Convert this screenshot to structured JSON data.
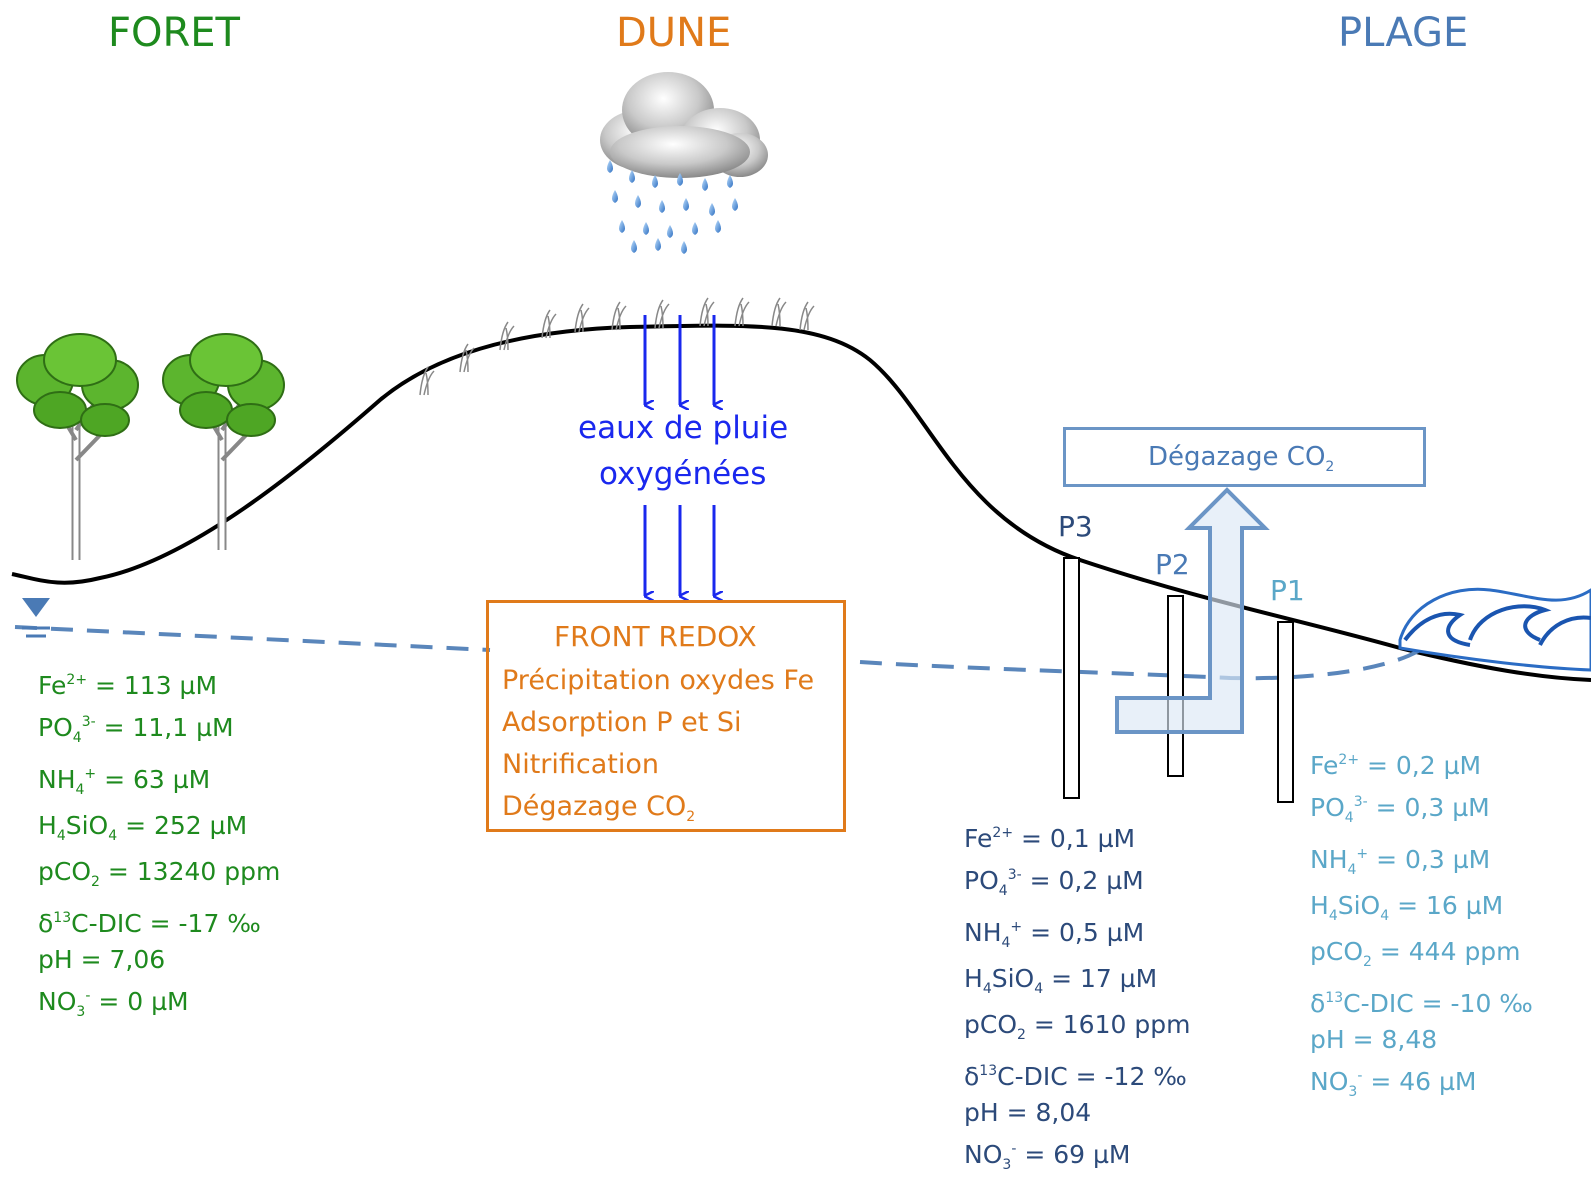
{
  "colors": {
    "foret": "#1e8a1e",
    "dune": "#e07a1a",
    "plage": "#4a7ab5",
    "water_table": "#5a86bb",
    "rain_arrows": "#1a28ee",
    "p_dark": "#2c4a7a",
    "p_light": "#5aa7c8"
  },
  "titles": {
    "foret": "FORET",
    "dune": "DUNE",
    "plage": "PLAGE"
  },
  "rain": {
    "line1": "eaux de pluie",
    "line2": "oxygénées"
  },
  "redox_box": {
    "title": "FRONT REDOX",
    "items": [
      "Précipitation oxydes Fe",
      "Adsorption P et Si",
      "Nitrification"
    ],
    "degas_prefix": "Dégazage CO",
    "degas_sub": "2"
  },
  "degas_box": {
    "prefix": "Dégazage CO",
    "sub": "2"
  },
  "piezometers": {
    "p1": "P1",
    "p2": "P2",
    "p3": "P3"
  },
  "labels": {
    "fe_prefix": "Fe",
    "fe_sup": "2+",
    "po4_prefix": "PO",
    "po4_sub": "4",
    "po4_sup": "3-",
    "nh4_prefix": "NH",
    "nh4_sub": "4",
    "nh4_sup": "+",
    "h4_prefix": "H",
    "h4_sub": "4",
    "h4_mid": "SiO",
    "h4_sub2": "4",
    "pco2_prefix": "pCO",
    "pco2_sub": "2",
    "d13_prefix": "δ",
    "d13_sup": "13",
    "d13_mid": "C-DIC",
    "ph": "pH",
    "no3_prefix": "NO",
    "no3_sub": "3",
    "no3_sup": "-"
  },
  "foret_values": {
    "fe": " = 113 µM",
    "po4": " = 11,1 µM",
    "nh4": " = 63 µM",
    "h4sio4": " = 252 µM",
    "pco2": " = 13240 ppm",
    "d13c": " = -17 ‰",
    "ph": " = 7,06",
    "no3": " = 0 µM"
  },
  "p3_values": {
    "fe": " = 0,1 µM",
    "po4": " = 0,2 µM",
    "nh4": " = 0,5 µM",
    "h4sio4": " = 17 µM",
    "pco2": " = 1610 ppm",
    "d13c": " = -12 ‰",
    "ph": " = 8,04",
    "no3": " = 69 µM"
  },
  "p1_values": {
    "fe": " = 0,2 µM",
    "po4": " = 0,3 µM",
    "nh4": " = 0,3 µM",
    "h4sio4": " = 16 µM",
    "pco2": " = 444 ppm",
    "d13c": " = -10 ‰",
    "ph": " = 8,48",
    "no3": " = 46 µM"
  },
  "icons": [
    "cloud-rain-icon",
    "tree-icon",
    "grass-tuft-icon",
    "wave-icon",
    "water-table-marker-icon"
  ]
}
